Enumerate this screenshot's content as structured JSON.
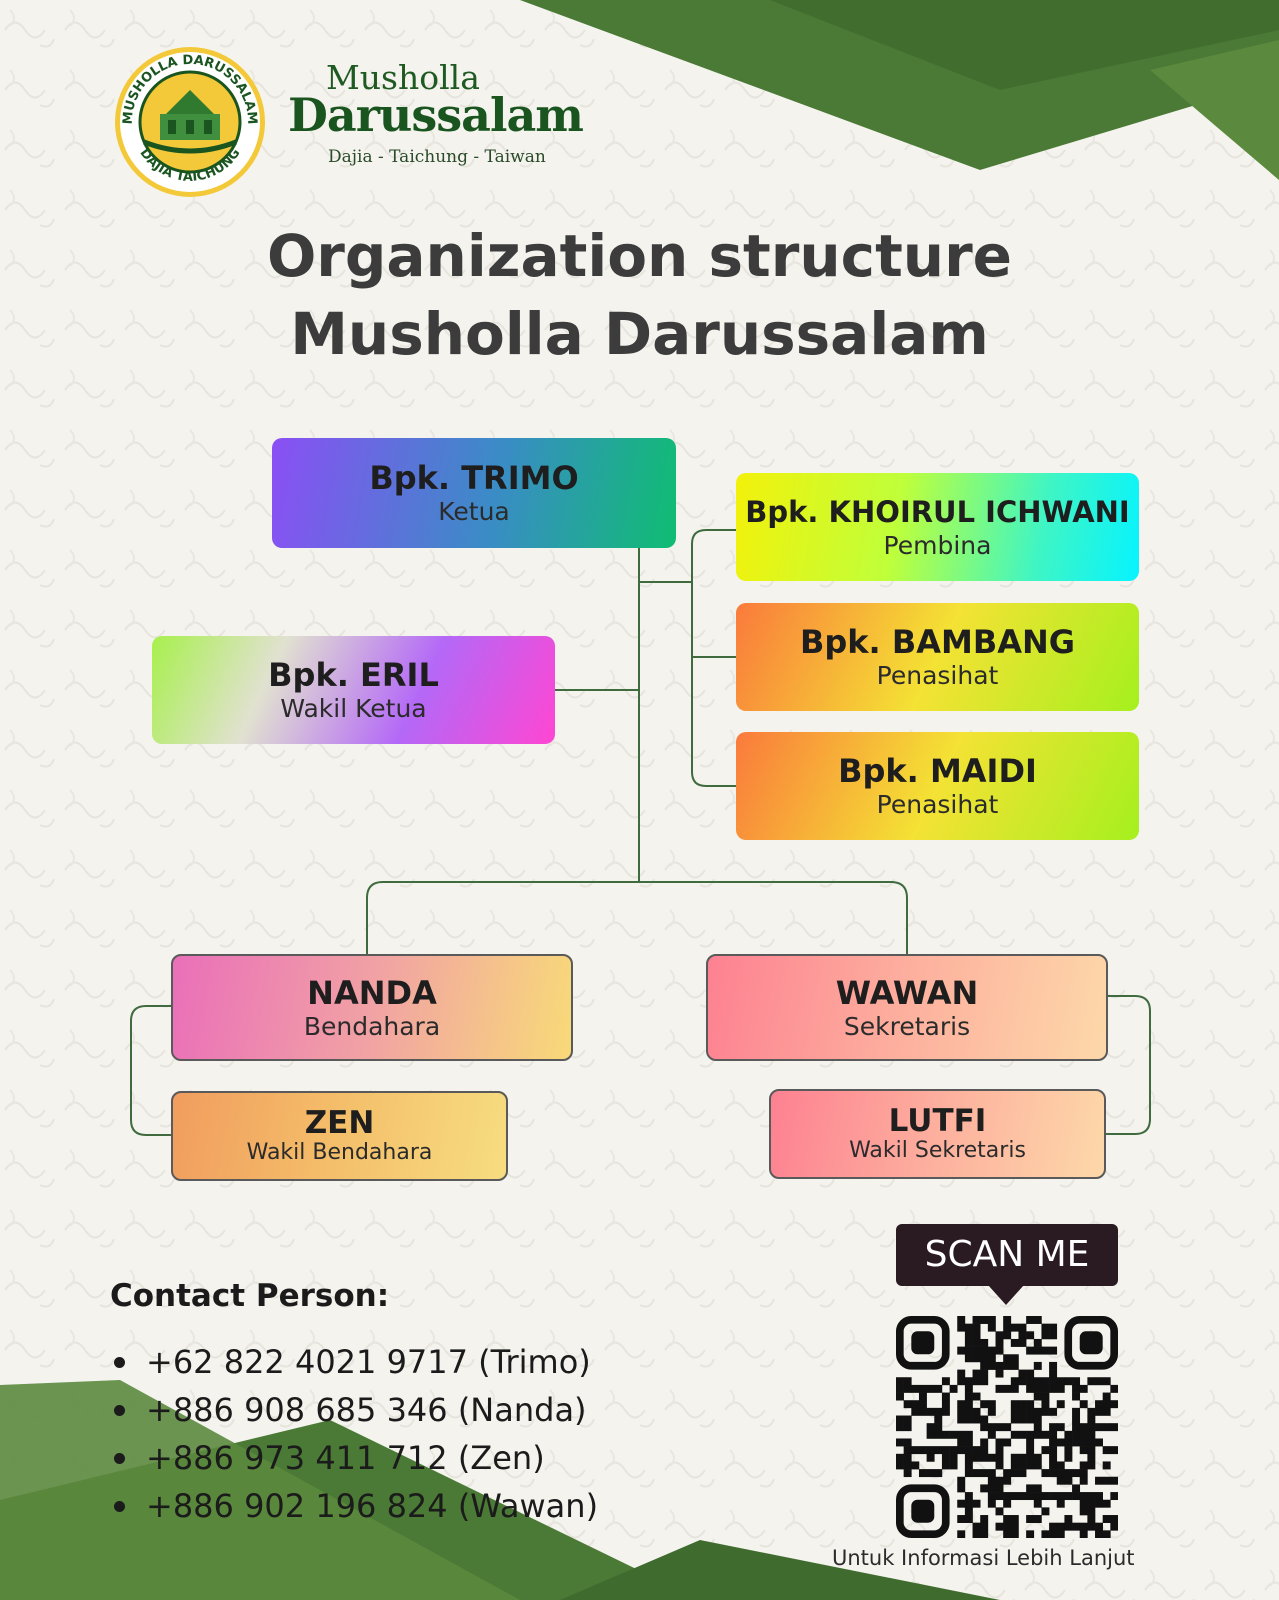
{
  "header": {
    "logo_ring_top": "MUSHOLLA DARUSSALAM",
    "logo_ring_bottom": "DAJIA TAICHUNG",
    "brand_small": "Musholla",
    "brand_big": "Darussalam",
    "brand_sub": "Dajia - Taichung - Taiwan"
  },
  "title": {
    "line1": "Organization structure",
    "line2": "Musholla Darussalam"
  },
  "org_chart": {
    "ketua": {
      "name": "Bpk. TRIMO",
      "role": "Ketua"
    },
    "pembina": {
      "name": "Bpk. KHOIRUL ICHWANI",
      "role": "Pembina"
    },
    "penasihat_1": {
      "name": "Bpk. BAMBANG",
      "role": "Penasihat"
    },
    "penasihat_2": {
      "name": "Bpk. MAIDI",
      "role": "Penasihat"
    },
    "wakil_ketua": {
      "name": "Bpk. ERIL",
      "role": "Wakil Ketua"
    },
    "bendahara": {
      "name": "NANDA",
      "role": "Bendahara"
    },
    "wakil_bendahara": {
      "name": "ZEN",
      "role": "Wakil Bendahara"
    },
    "sekretaris": {
      "name": "WAWAN",
      "role": "Sekretaris"
    },
    "wakil_sekretaris": {
      "name": "LUTFI",
      "role": "Wakil Sekretaris"
    }
  },
  "contact": {
    "heading": "Contact Person:",
    "items": [
      "+62 822 4021 9717 (Trimo)",
      "+886 908 685 346 (Nanda)",
      "+886 973 411 712 (Zen)",
      "+886 902 196 824 (Wawan)"
    ]
  },
  "qr": {
    "tag": "SCAN ME",
    "caption": "Untuk Informasi Lebih Lanjut"
  },
  "colors": {
    "brand_green": "#1a5520",
    "band_green": "#4a7a35",
    "connector": "#3f6b3f",
    "title_gray": "#3c3c3c"
  }
}
